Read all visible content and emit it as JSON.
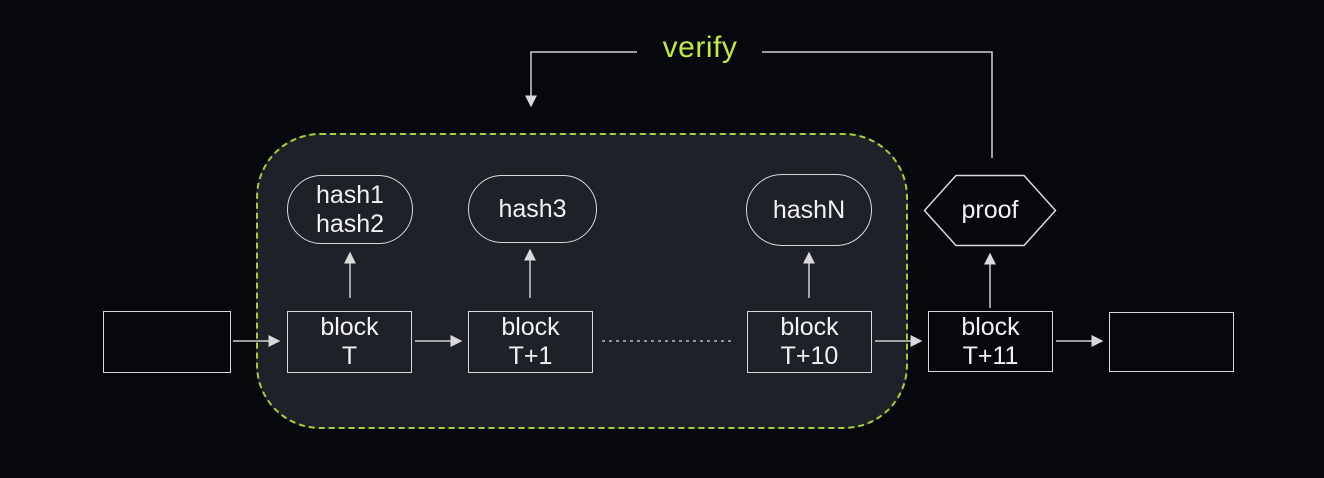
{
  "diagram": {
    "verify": {
      "label": "verify"
    },
    "nodes": {
      "hash12": {
        "line1": "hash1",
        "line2": "hash2"
      },
      "hash3": {
        "label": "hash3"
      },
      "hashN": {
        "label": "hashN"
      },
      "proof": {
        "label": "proof"
      },
      "block_t": {
        "line1": "block",
        "line2": "T"
      },
      "block_t1": {
        "line1": "block",
        "line2": "T+1"
      },
      "block_t10": {
        "line1": "block",
        "line2": "T+10"
      },
      "block_t11": {
        "line1": "block",
        "line2": "T+11"
      },
      "empty_left": {
        "label": ""
      },
      "empty_right": {
        "label": ""
      }
    },
    "colors": {
      "background": "#07080e",
      "cluster_background": "#1f2129",
      "cluster_dash": "#a4cf3e",
      "verify_text": "#bfe94d",
      "node_stroke": "#d9d9d9",
      "node_text": "#f2f2f2"
    }
  }
}
